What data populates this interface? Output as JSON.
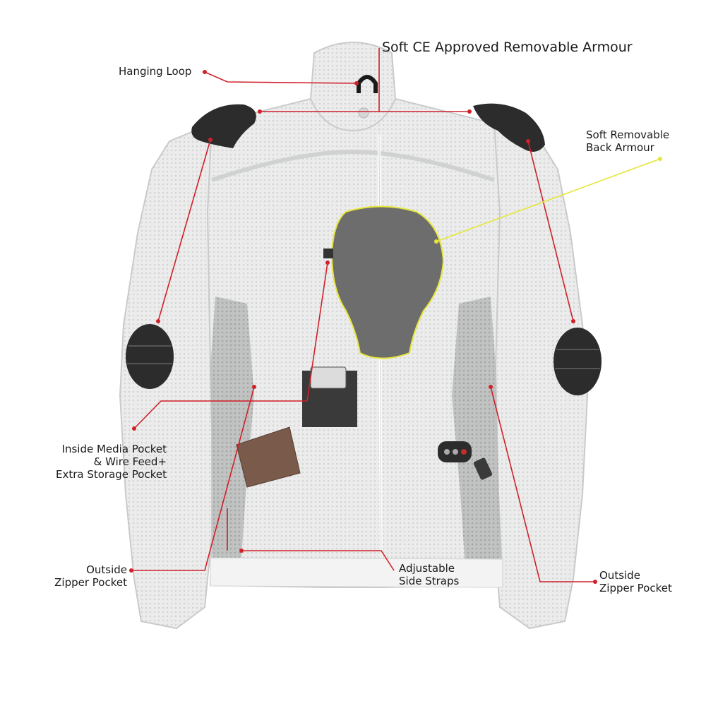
{
  "labels": {
    "hanging_loop": "Hanging Loop",
    "soft_ce_armour": "Soft CE Approved Removable Armour",
    "back_armour_line1": "Soft Removable",
    "back_armour_line2": "Back Armour",
    "media_pocket_line1": "Inside Media Pocket",
    "media_pocket_line2": "& Wire Feed+",
    "media_pocket_line3": "Extra Storage Pocket",
    "left_pocket_line1": "Outside",
    "left_pocket_line2": "Zipper Pocket",
    "side_straps_line1": "Adjustable",
    "side_straps_line2": "Side Straps",
    "right_pocket_line1": "Outside",
    "right_pocket_line2": "Zipper Pocket"
  },
  "colors": {
    "leader_red": "#d0202a",
    "leader_yellow": "#e6e63a",
    "jacket_mesh": "#e9eaea",
    "armour_dark": "#2c2c2c",
    "back_armour": "#6d6d6d"
  }
}
